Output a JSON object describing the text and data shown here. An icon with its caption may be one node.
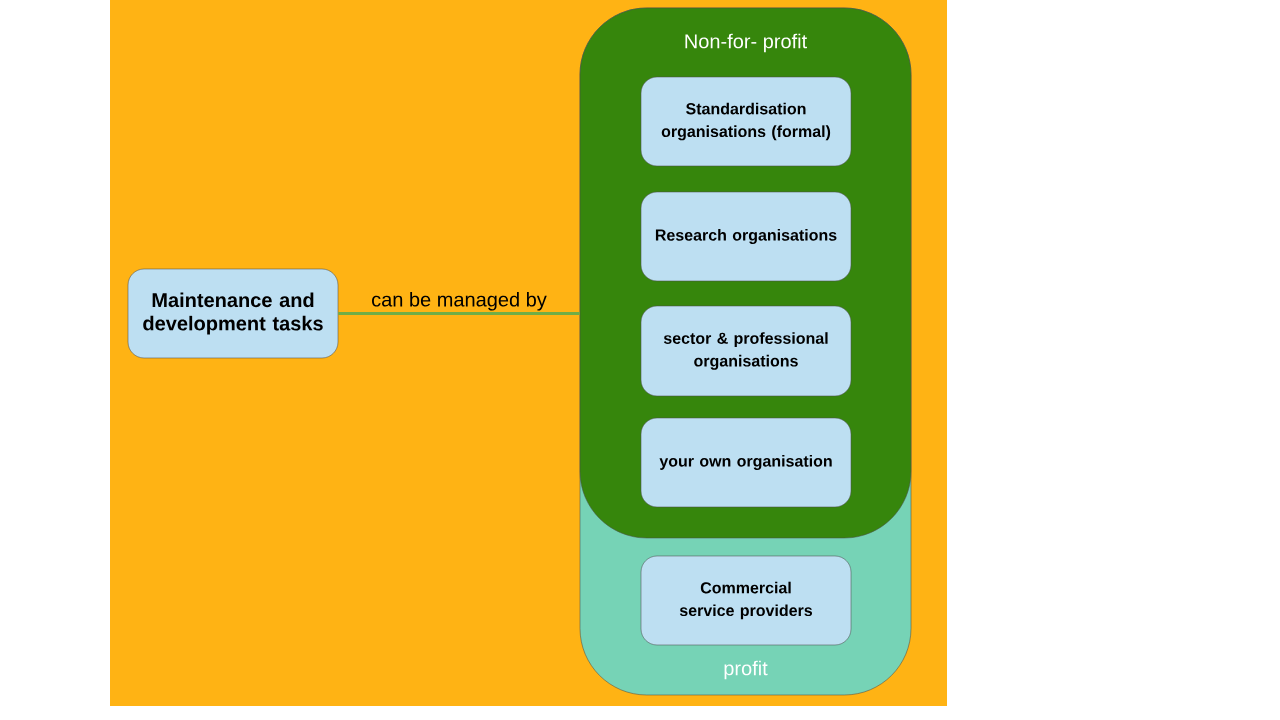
{
  "diagram": {
    "nodes": [
      {
        "text": [
          "Maintenance and development tasks"
        ]
      },
      {
        "text": [
          "profit"
        ]
      },
      {
        "text": [
          "Non-for- profit"
        ],
        "in": 1
      },
      {
        "text": [
          "Standardisation organisations (formal)"
        ],
        "in": 2
      },
      {
        "text": [
          "Research organisations"
        ],
        "in": 2
      },
      {
        "text": [
          "sector & professional organisations"
        ],
        "in": 2
      },
      {
        "text": [
          "your own organisation"
        ],
        "in": 2
      },
      {
        "text": [
          "Commercial service providers"
        ],
        "in": 1
      }
    ],
    "edges": [
      {
        "from": 0,
        "to": 2,
        "arrow": "none",
        "label": "can be managed by",
        "color": "#70ad47"
      }
    ]
  }
}
